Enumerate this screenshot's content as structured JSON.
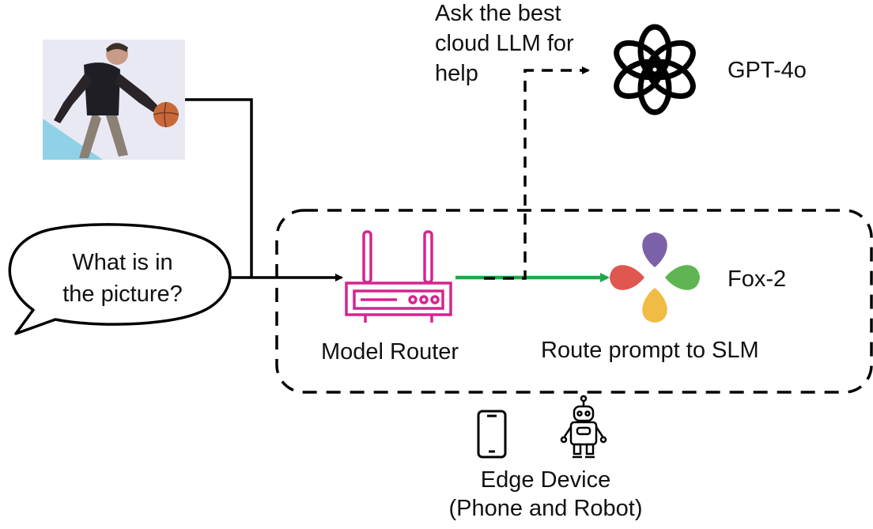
{
  "annotation": {
    "line1": "Ask the best",
    "line2": "cloud LLM for",
    "line3": "help"
  },
  "cloud_model": {
    "label": "GPT-4o",
    "icon": "openai-logo-icon"
  },
  "speech_bubble": {
    "line1": "What is in",
    "line2": "the picture?"
  },
  "router": {
    "label": "Model Router",
    "icon": "router-icon",
    "color": "#d6248f"
  },
  "route_label": "Route prompt to SLM",
  "slm": {
    "label": "Fox-2",
    "icon": "fox-petal-logo-icon",
    "colors": {
      "top": "#7b62a8",
      "left": "#e0574f",
      "right": "#5fb552",
      "bottom": "#f0bc45"
    }
  },
  "edge": {
    "line1": "Edge Device",
    "line2": "(Phone and Robot)",
    "icons": [
      "phone-icon",
      "robot-icon"
    ]
  },
  "arrow_colors": {
    "solid": "#000000",
    "green": "#1fa84a"
  },
  "input_image": {
    "description_icon": "basketball-player-photo"
  }
}
